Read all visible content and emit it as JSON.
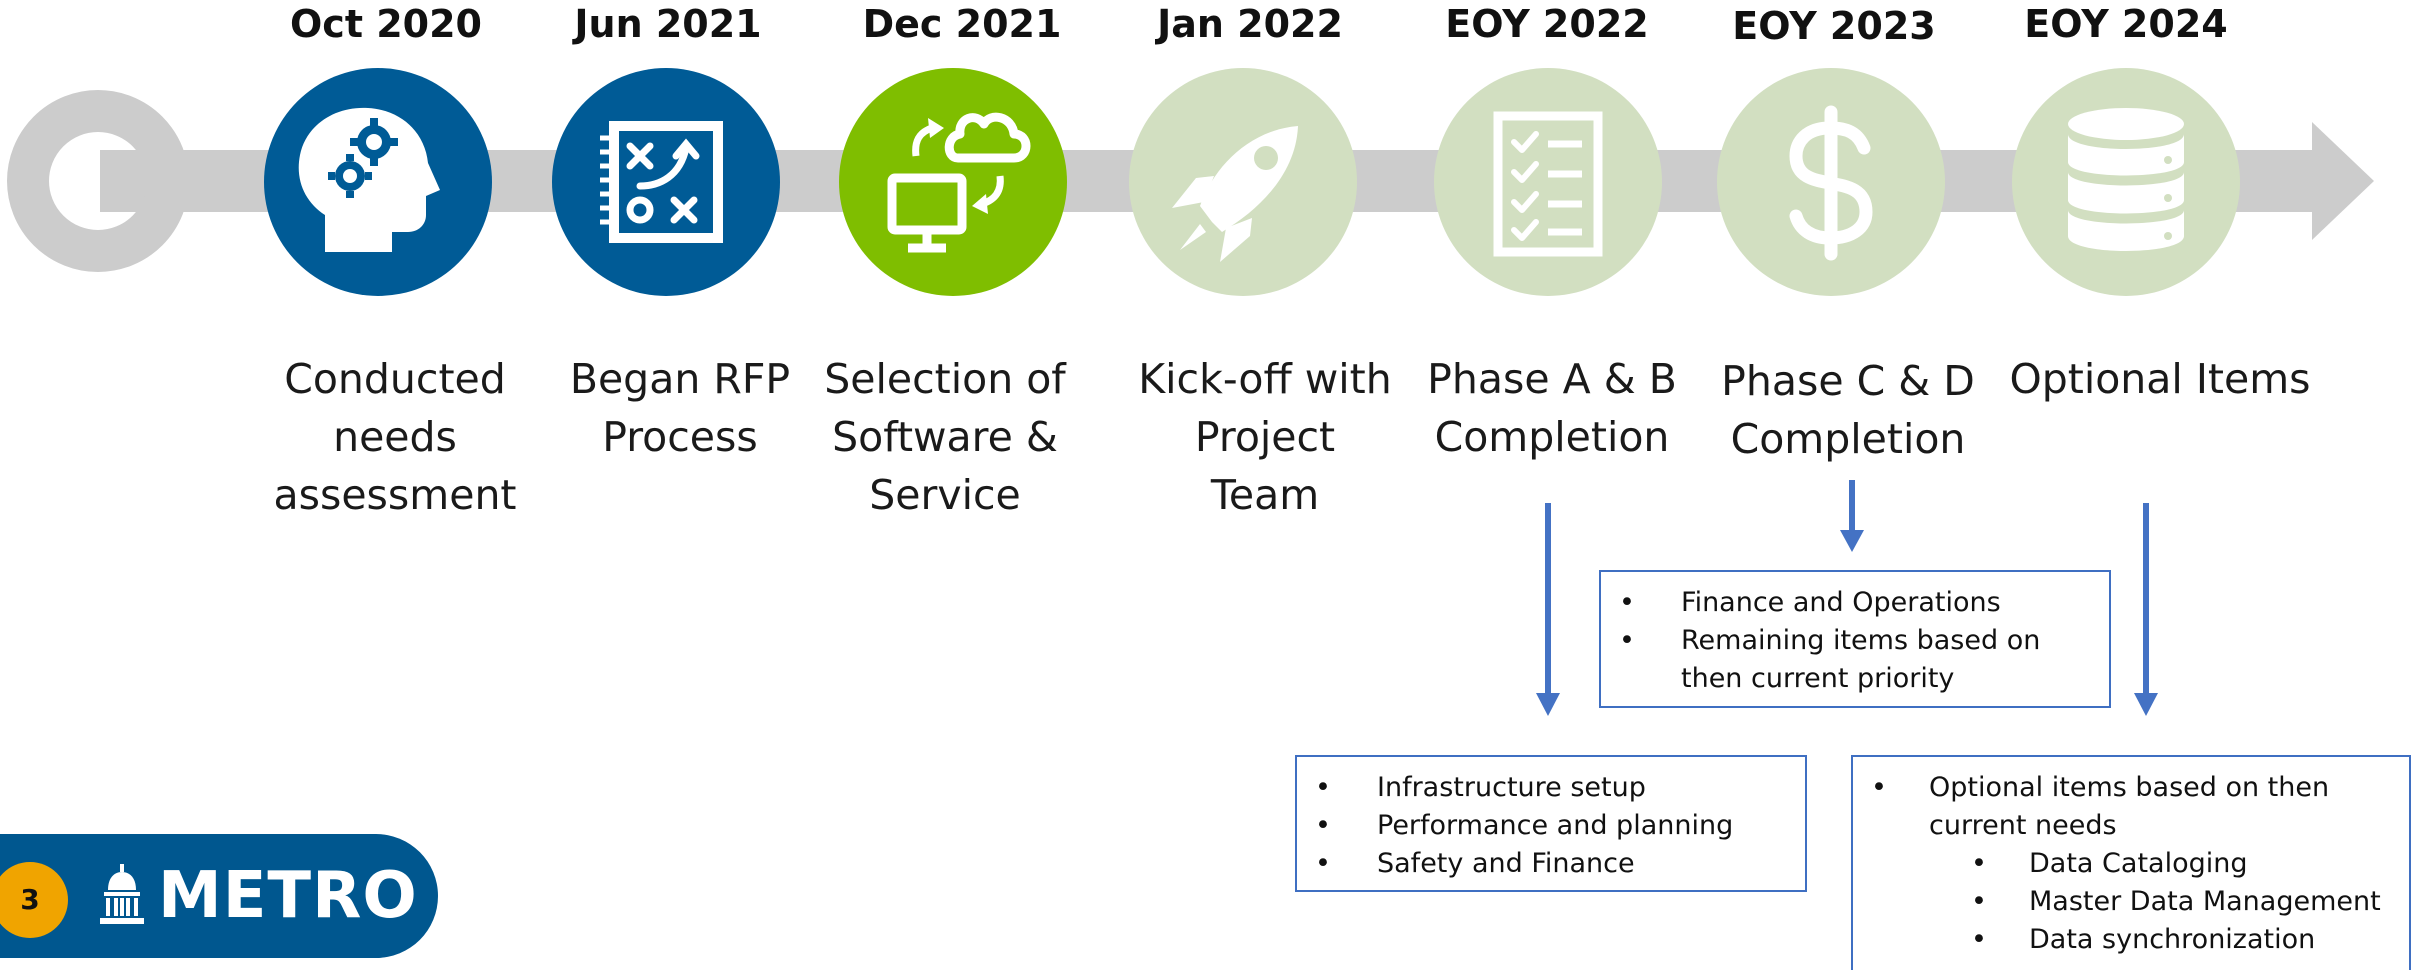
{
  "milestones": [
    {
      "date": "Oct 2020",
      "label_lines": [
        "Conducted",
        "needs",
        "assessment"
      ],
      "icon": "head-gears-icon",
      "status": "completed",
      "color": "#005b96"
    },
    {
      "date": "Jun 2021",
      "label_lines": [
        "Began RFP",
        "Process"
      ],
      "icon": "strategy-plan-icon",
      "status": "completed",
      "color": "#005b96"
    },
    {
      "date": "Dec 2021",
      "label_lines": [
        "Selection of",
        "Software &",
        "Service"
      ],
      "icon": "cloud-sync-computer-icon",
      "status": "current",
      "color": "#7fbe00"
    },
    {
      "date": "Jan 2022",
      "label_lines": [
        "Kick-off with",
        "Project",
        "Team"
      ],
      "icon": "rocket-icon",
      "status": "upcoming",
      "color": "#d2dfc1"
    },
    {
      "date": "EOY 2022",
      "label_lines": [
        "Phase A & B",
        "Completion"
      ],
      "icon": "checklist-icon",
      "status": "upcoming",
      "color": "#d2dfc1"
    },
    {
      "date": "EOY 2023",
      "label_lines": [
        "Phase C & D",
        "Completion"
      ],
      "icon": "dollar-icon",
      "status": "upcoming",
      "color": "#d2dfc1"
    },
    {
      "date": "EOY 2024",
      "label_lines": [
        "Optional Items"
      ],
      "icon": "database-icon",
      "status": "upcoming",
      "color": "#d2dfc1"
    }
  ],
  "details": {
    "phase_ab": [
      "Infrastructure setup",
      "Performance and planning",
      "Safety and Finance"
    ],
    "phase_cd": [
      "Finance and Operations",
      "Remaining items based on then current priority"
    ],
    "optional": {
      "intro": "Optional items based on then current needs",
      "items": [
        "Data Cataloging",
        "Master Data Management",
        "Data synchronization"
      ]
    }
  },
  "footer": {
    "page_number": "3",
    "brand": "METRO",
    "brand_icon": "capitol-dome-icon"
  },
  "colors": {
    "track": "#cccccc",
    "arrow": "#4472c4",
    "box_border": "#3f6fc2",
    "brand_bg": "#00578f",
    "badge": "#f0a400"
  }
}
